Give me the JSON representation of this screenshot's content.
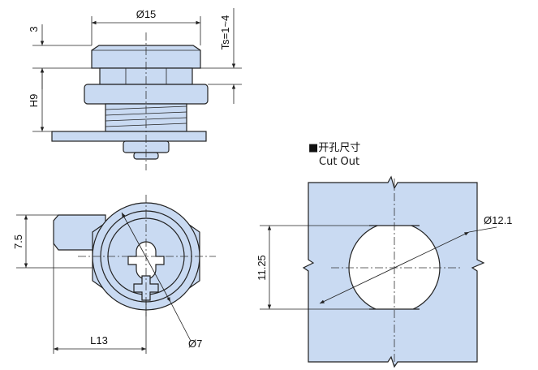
{
  "colors": {
    "part_fill": "#c9daf2",
    "line": "#222222",
    "background": "#ffffff"
  },
  "side_view": {
    "dim_diameter": "Ø15",
    "dim_top": "3",
    "dim_height": "H9",
    "dim_thickness": "Ts=1~4"
  },
  "front_view": {
    "dim_arm": "7.5",
    "dim_width": "L13",
    "dim_inner": "Ø7"
  },
  "cutout_view": {
    "title_cn": "开孔尺寸",
    "title_en": "Cut Out",
    "dim_hole": "Ø12.1",
    "dim_flat": "11.25"
  }
}
